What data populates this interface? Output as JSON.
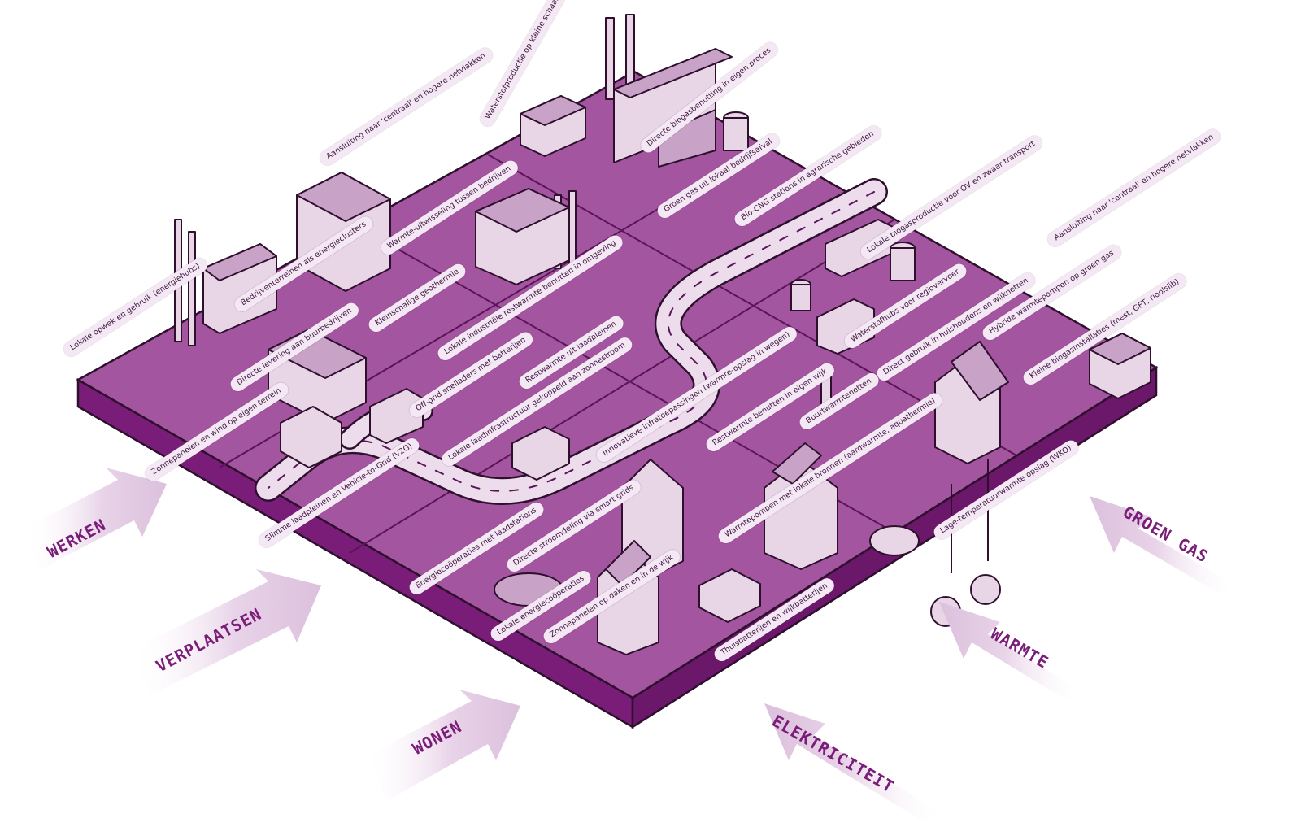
{
  "colors": {
    "platform_top": "#a3569f",
    "platform_side": "#7a1d79",
    "road": "#ecdcec",
    "building_light": "#e8d6e7",
    "building_mid": "#c9a3c7",
    "outline": "#2e0f2e",
    "arrow_fill": "#e4cde4",
    "label_text": "#7a1d79"
  },
  "flows": {
    "werken": "WERKEN",
    "verplaatsen": "VERPLAATSEN",
    "wonen": "WONEN",
    "elektriciteit": "ELEKTRICITEIT",
    "warmte": "WARMTE",
    "groen_gas": "GROEN GAS"
  },
  "labels": [
    "Aansluiting naar 'centraal' en hogere netvlakken",
    "Waterstofproductie op kleine schaal",
    "Directe biogasbenutting in eigen proces",
    "Groen gas uit lokaal bedrijfsafval",
    "Bio-CNG stations in agrarische gebieden",
    "Lokale biogasproductie voor OV en zwaar transport",
    "Aansluiting naar 'centraal' en hogere netvlakken",
    "Warmte-uitwisseling tussen bedrijven",
    "Bedrijventerreinen als energieclusters",
    "Lokale opwek en gebruik (energiehubs)",
    "Kleinschalige geothermie",
    "Lokale industriële restwarmte benutten in omgeving",
    "Directe levering aan buurbedrijven",
    "Zonnepanelen en wind op eigen terrein",
    "Off-grid snelladers met batterijen",
    "Restwarmte uit laadpleinen",
    "Lokale laadinfrastructuur gekoppeld aan zonnestroom",
    "Innovatieve infratoepassingen (warmte-opslag in wegen)",
    "Waterstofhubs voor regiovervoer",
    "Direct gebruik in huishoudens en wijknetten",
    "Hybride warmtepompen op groen gas",
    "Kleine biogasinstallaties (mest, GFT, rioolslib)",
    "Restwarmte benutten in eigen wijk",
    "Buurtwarmtenetten",
    "Warmtepompen met lokale bronnen (aardwarmte, aquathermie)",
    "Lage-temperatuurwarmte opslag (WKO)",
    "Slimme laadpleinen en Vehicle-to-Grid (V2G)",
    "Directe stroomdeling via smart grids",
    "Energiecoöperaties met laadstations",
    "Lokale energiecoöperaties",
    "Zonnepanelen op daken en in de wijk",
    "Thuisbatterijen en wijkbatterijen"
  ]
}
